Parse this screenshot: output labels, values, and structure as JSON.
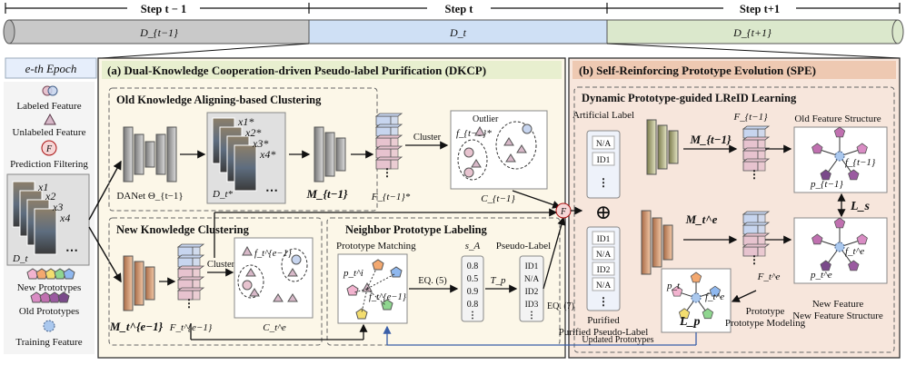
{
  "timeline": {
    "steps": [
      "Step t − 1",
      "Step t",
      "Step t+1"
    ],
    "domains": [
      "D_{t−1}",
      "D_t",
      "D_{t+1}"
    ],
    "colors": [
      "#c9c9c9",
      "#cfe0f5",
      "#dbe8cc"
    ]
  },
  "legend": {
    "epoch": "e-th Epoch",
    "labeled": "Labeled Feature",
    "unlabeled": "Unlabeled Feature",
    "filter": "Prediction Filtering",
    "filter_symbol": "F",
    "dataset": "D_t",
    "x_labels": [
      "x1",
      "x2",
      "x3",
      "x4"
    ],
    "new_protos": "New Prototypes",
    "old_protos": "Old Prototypes",
    "training": "Training Feature"
  },
  "dkcp": {
    "title": "(a) Dual-Knowledge Cooperation-driven Pseudo-label Purification (DKCP)",
    "old_box": "Old Knowledge Aligning-based Clustering",
    "danet": "DANet Θ_{t−1}",
    "dstar": "D_t*",
    "xstar": [
      "x1*",
      "x2*",
      "x3*",
      "x4*"
    ],
    "m_old": "M_{t−1}",
    "f_old": "F_{t−1}*",
    "cluster": "Cluster",
    "outlier": "Outlier",
    "f_outlier": "f_{t−1}*",
    "c_old": "C_{t−1}",
    "new_box": "New Knowledge Clustering",
    "m_new": "M_t^{e−1}",
    "f_new": "F_t^{e−1}",
    "f_new_item": "f_t^{e−1}",
    "c_new": "C_t^e",
    "npl_box": "Neighbor Prototype Labeling",
    "proto_match": "Prototype Matching",
    "p_i": "p_t^i",
    "f_match": "f_t^{e−1}",
    "eq5": "EQ. (5)",
    "sa": "s_A",
    "sa_values": [
      "0.8",
      "0.5",
      "0.9",
      "0.8"
    ],
    "tp": "T_p",
    "pseudo": "Pseudo-Label",
    "pseudo_values": [
      "ID1",
      "N/A",
      "ID2",
      "ID3"
    ],
    "eq7": "EQ. (7)"
  },
  "spe": {
    "title": "(b) Self-Reinforcing Prototype Evolution (SPE)",
    "dpg_box": "Dynamic Prototype-guided LReID Learning",
    "artificial": "Artificial Label",
    "label_top": [
      "N/A",
      "ID1"
    ],
    "label_bottom": [
      "ID1",
      "N/A",
      "ID2",
      "N/A"
    ],
    "oplus": "⊕",
    "purified": "Purified Pseudo-Label",
    "m_old": "M_{t−1}",
    "m_new": "M_t^e",
    "f_old": "F_{t−1}",
    "f_new": "F_t^e",
    "old_struct": "Old Feature Structure",
    "p_old": "p_{t−1}",
    "f_old_item": "f_{t−1}",
    "loss_s": "L_s",
    "p_new": "p_t^e",
    "f_new_item": "f_t^e",
    "new_struct": "New Feature Structure",
    "proto_model": "Prototype Modeling",
    "p_t": "p_t",
    "f_te": "f_t^e",
    "loss_p": "L_p",
    "updated": "Updated Prototypes"
  }
}
